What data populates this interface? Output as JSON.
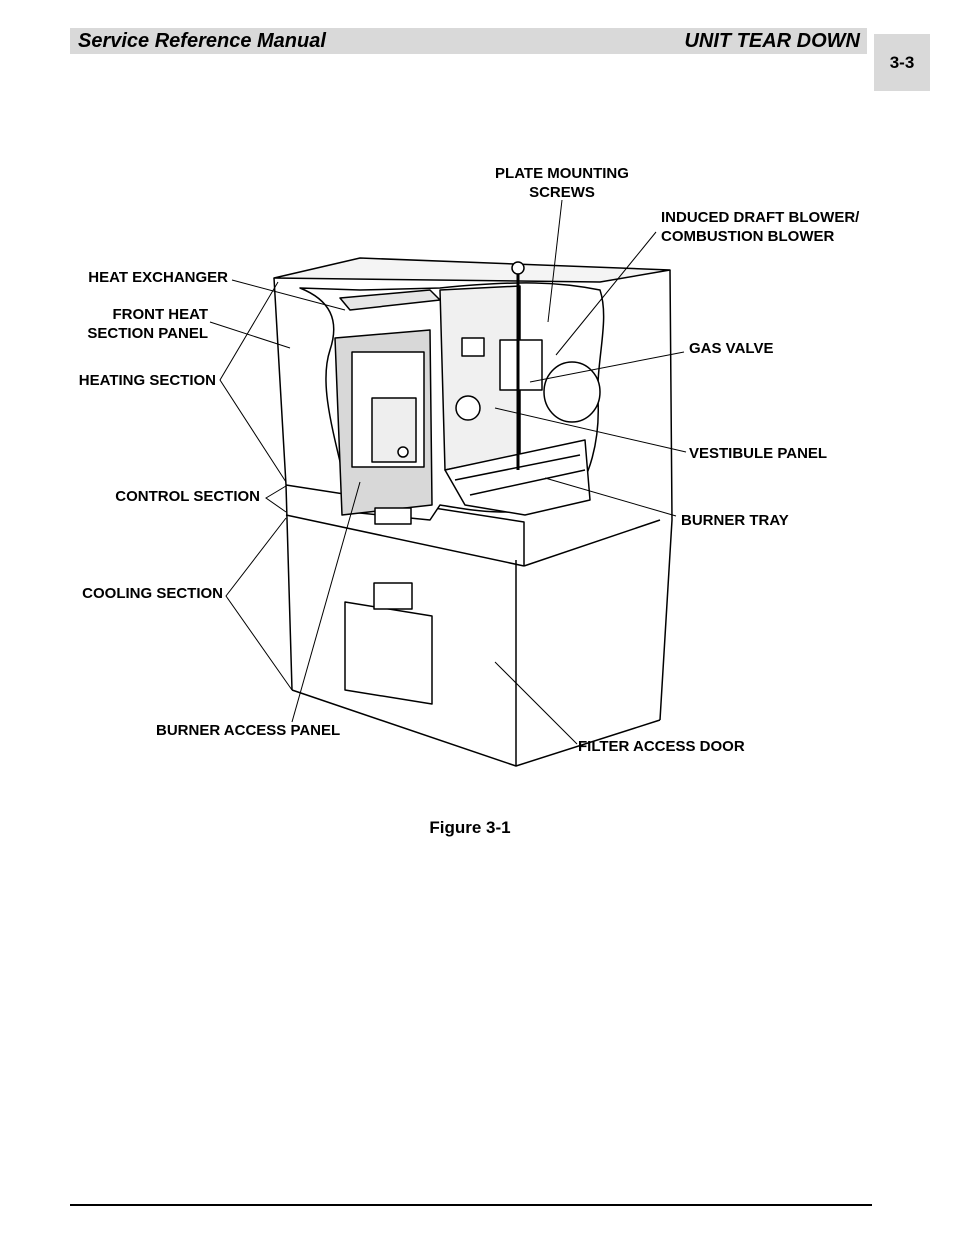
{
  "header": {
    "left_title": "Service Reference Manual",
    "right_title": "UNIT TEAR DOWN",
    "page_number": "3-3"
  },
  "figure": {
    "labels": {
      "plate_mounting_screws_1": "PLATE MOUNTING",
      "plate_mounting_screws_2": "SCREWS",
      "induced_draft_1": "INDUCED DRAFT BLOWER/",
      "induced_draft_2": "COMBUSTION BLOWER",
      "heat_exchanger": "HEAT EXCHANGER",
      "front_heat_1": "FRONT HEAT",
      "front_heat_2": "SECTION PANEL",
      "heating_section": "HEATING SECTION",
      "gas_valve": "GAS VALVE",
      "vestibule_panel": "VESTIBULE PANEL",
      "control_section": "CONTROL SECTION",
      "burner_tray": "BURNER TRAY",
      "cooling_section": "COOLING SECTION",
      "burner_access_panel": "BURNER ACCESS PANEL",
      "filter_access_door": "FILTER ACCESS DOOR"
    },
    "caption": "Figure 3-1"
  }
}
